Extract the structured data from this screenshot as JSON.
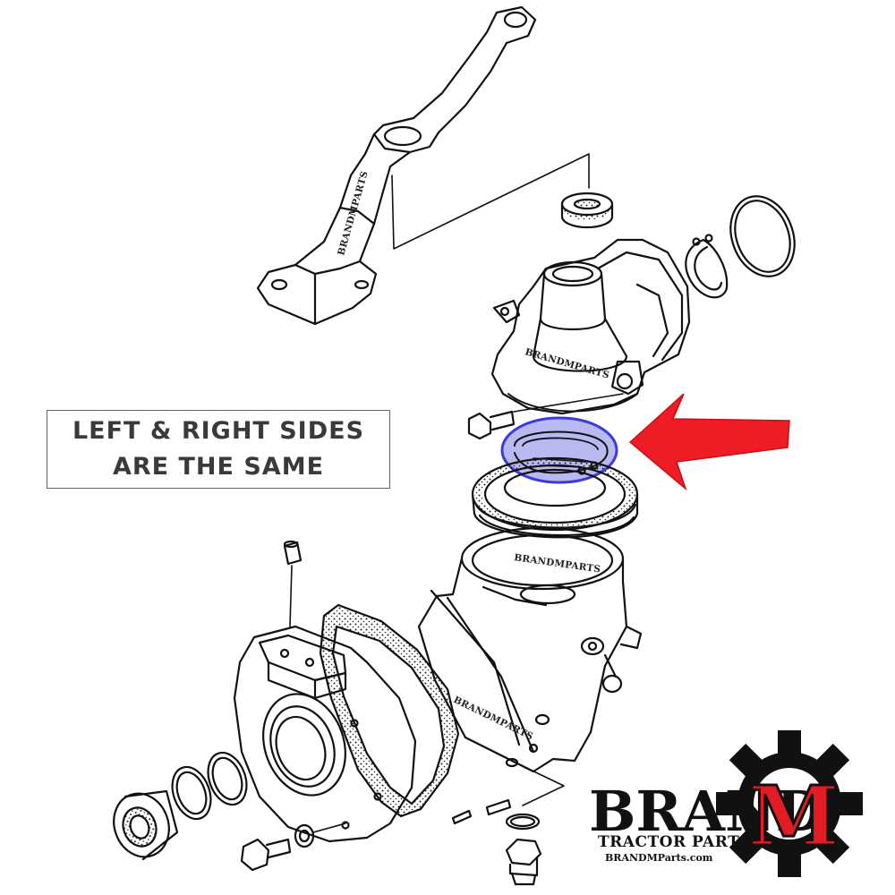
{
  "note": {
    "line1": "LEFT & RIGHT SIDES",
    "line2": "ARE THE SAME"
  },
  "watermarks": {
    "arm": "BRANDMPARTS",
    "housing": "BRANDMPARTS",
    "case": "BRANDMPARTS",
    "gearbox": "BRANDMPARTS"
  },
  "logo": {
    "brand": "BRAND",
    "letter": "M",
    "tagline": "TRACTOR PARTS",
    "url": "BRANDMParts.com"
  },
  "colors": {
    "line": "#111111",
    "highlight": "#3b3bdc",
    "highlight_fill": "#b9b9f2",
    "arrow": "#ee1c24",
    "logo_red": "#e31b23"
  },
  "icons": {
    "pointer": "red-arrow-icon",
    "logo_gear": "gear-icon"
  }
}
